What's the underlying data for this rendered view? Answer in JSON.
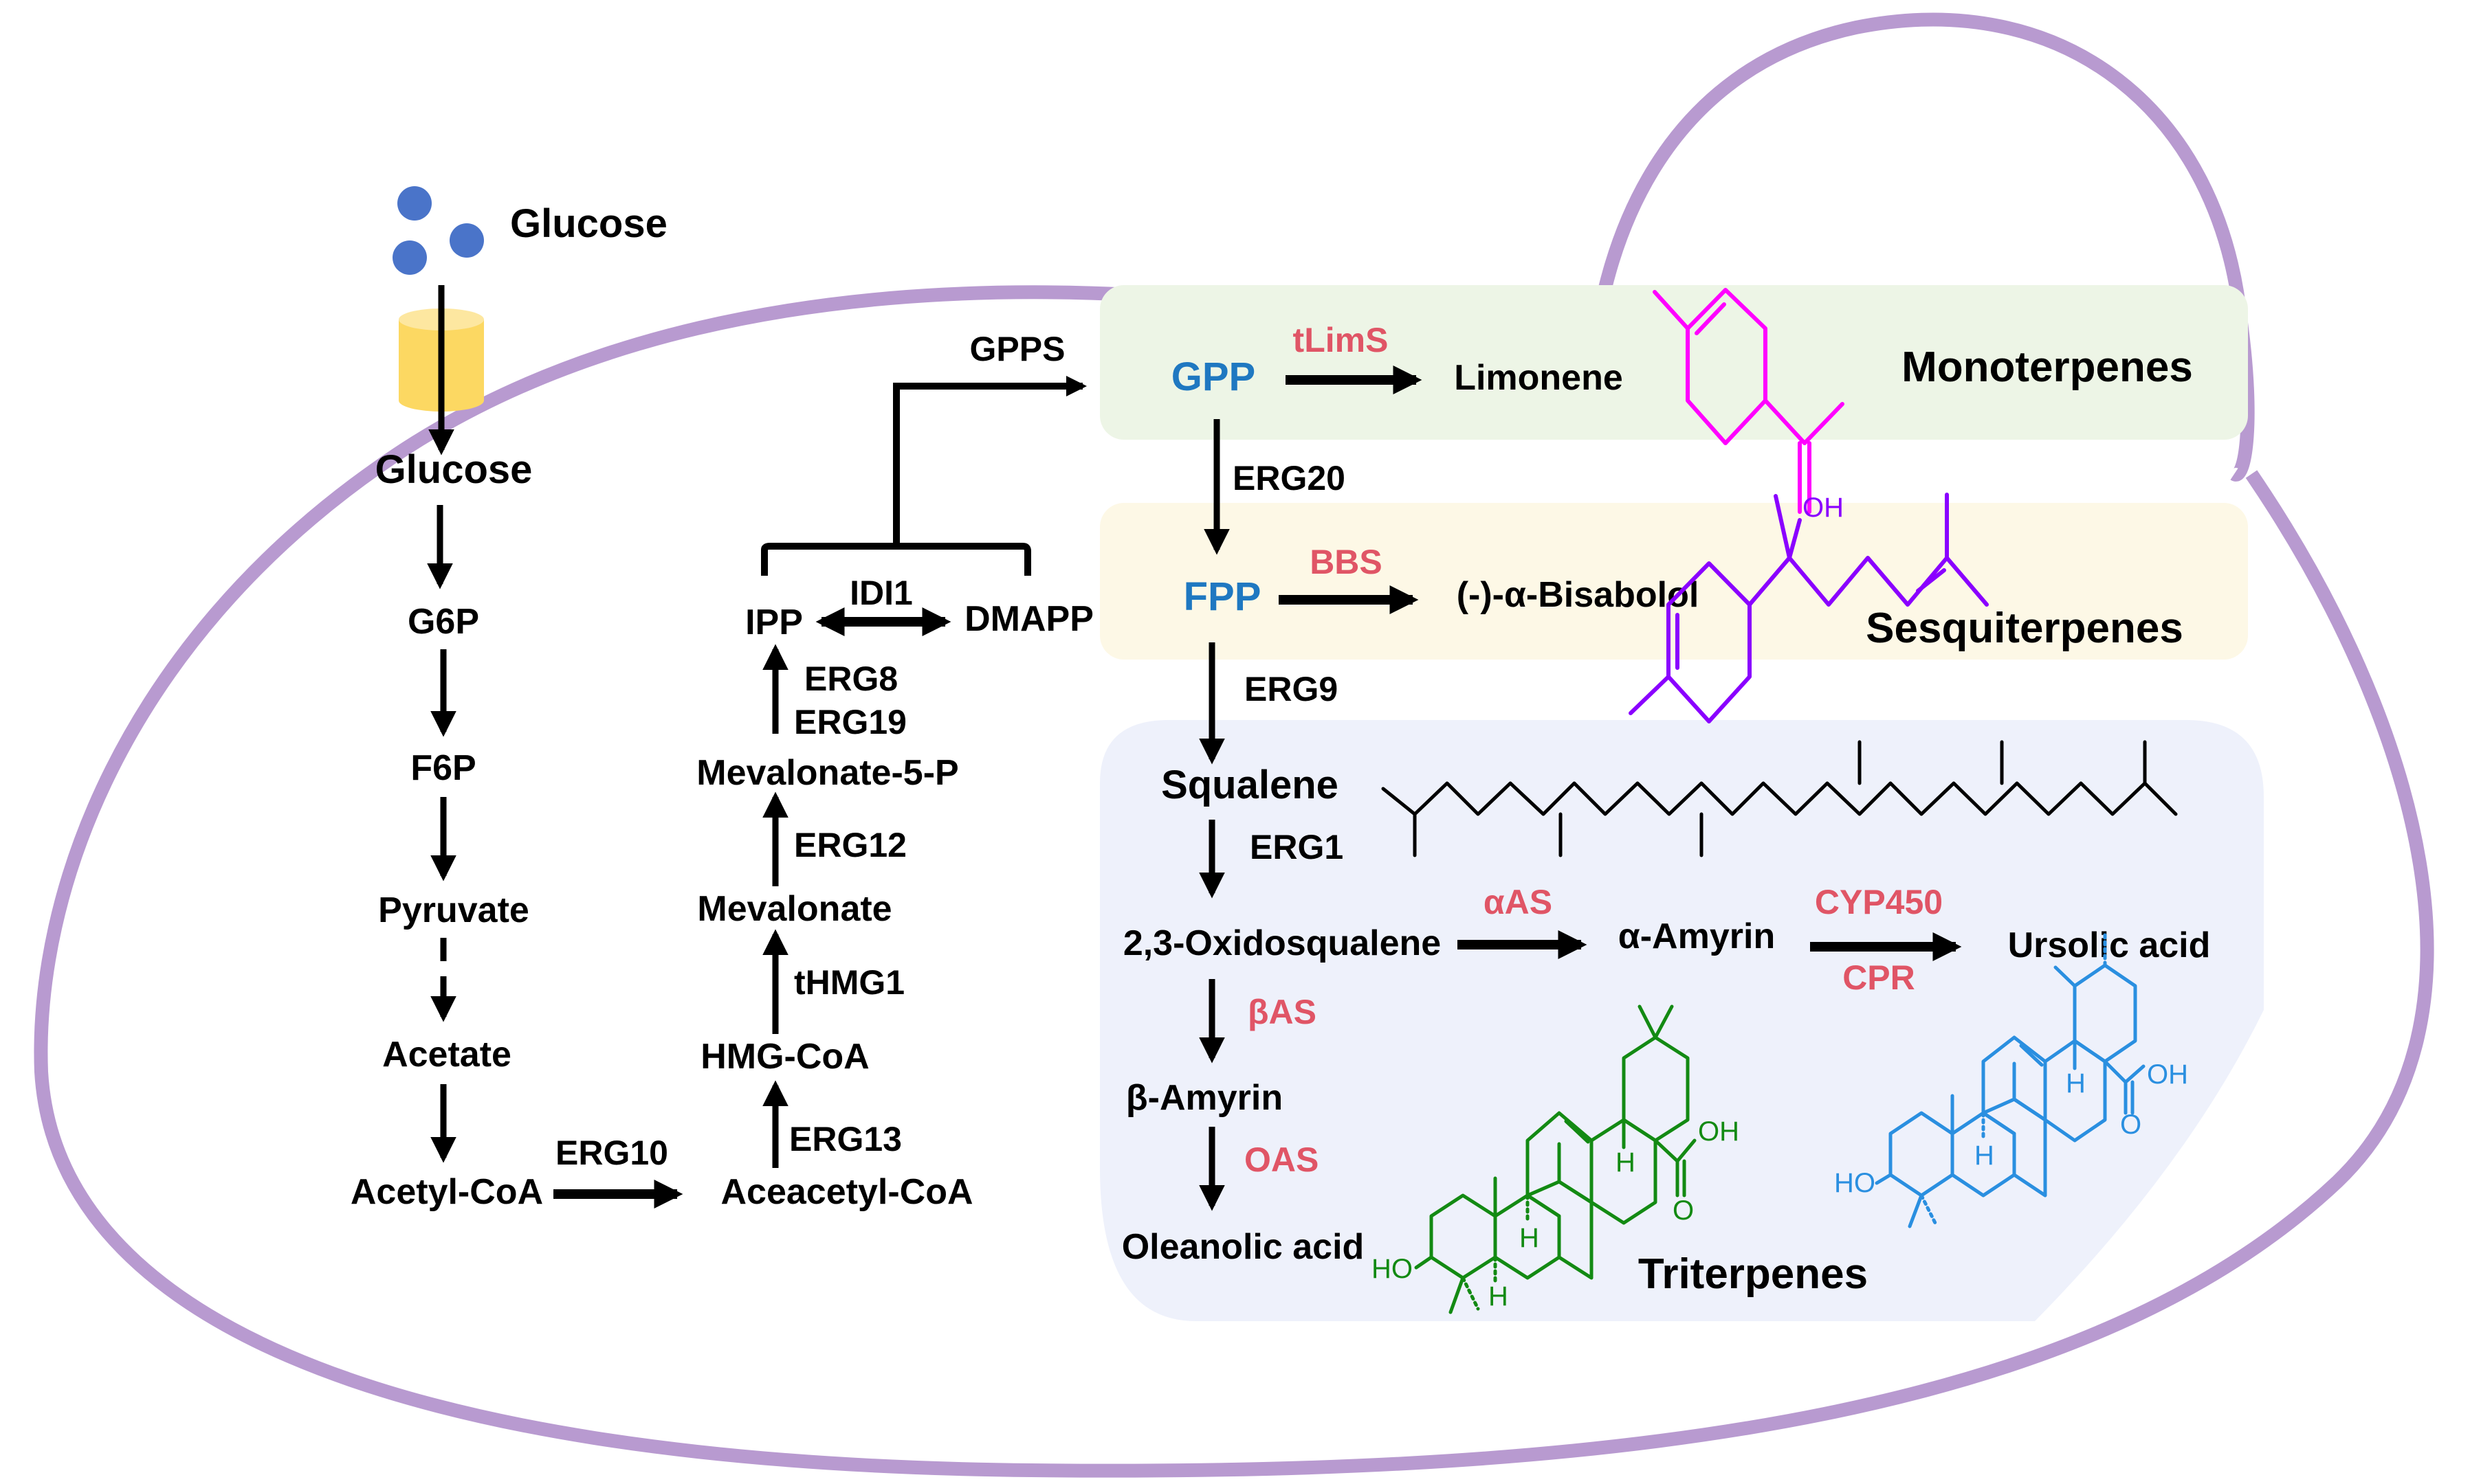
{
  "colors": {
    "membrane": "#b89ad0",
    "glucose_dot": "#4a74c9",
    "transporter": "#fcd862",
    "transporter_top": "#fde7a0",
    "mono_panel": "#edf5e6",
    "sesqui_panel": "#fdf8e6",
    "tri_panel": "#eef1fb",
    "precursor": "#1f78c1",
    "enzyme_heterologous": "#e05566",
    "limonene": "#ff00ff",
    "bisabolol": "#8a00ff",
    "oleanolic": "#138a13",
    "ursolic": "#2a8fe0"
  },
  "extracellular": {
    "glucose_label": "Glucose"
  },
  "glycolysis": {
    "metabolites": [
      "Glucose",
      "G6P",
      "F6P",
      "Pyruvate",
      "Acetate",
      "Acetyl-CoA"
    ]
  },
  "mva_pathway": {
    "steps": [
      {
        "substrate": "Acetyl-CoA",
        "enzyme": "ERG10",
        "product": "Aceacetyl-CoA"
      },
      {
        "substrate": "Aceacetyl-CoA",
        "enzyme": "ERG13",
        "product": "HMG-CoA"
      },
      {
        "substrate": "HMG-CoA",
        "enzyme": "tHMG1",
        "product": "Mevalonate"
      },
      {
        "substrate": "Mevalonate",
        "enzyme": "ERG12",
        "product": "Mevalonate-5-P"
      },
      {
        "substrate": "Mevalonate-5-P",
        "enzyme": [
          "ERG8",
          "ERG19"
        ],
        "product": "IPP"
      }
    ],
    "isomerase": {
      "enzyme": "IDI1",
      "left": "IPP",
      "right": "DMAPP"
    },
    "condensation_enzyme": "GPPS"
  },
  "monoterpenes": {
    "class_label": "Monoterpenes",
    "precursor": "GPP",
    "enzyme": "tLimS",
    "product": "Limonene"
  },
  "sesquiterpenes": {
    "class_label": "Sesquiterpenes",
    "link_enzyme": "ERG20",
    "precursor": "FPP",
    "enzyme": "BBS",
    "product": "(-)-α-Bisabolol",
    "structure_oh": "OH"
  },
  "triterpenes": {
    "class_label": "Triterpenes",
    "link_enzyme": "ERG9",
    "squalene": "Squalene",
    "erg1": "ERG1",
    "oxidosqualene": "2,3-Oxidosqualene",
    "alpha_branch": {
      "enzyme": "αAS",
      "product": "α-Amyrin",
      "enzyme2": "CYP450",
      "enzyme3": "CPR",
      "final": "Ursolic acid"
    },
    "beta_branch": {
      "enzyme": "βAS",
      "product": "β-Amyrin",
      "enzyme2": "OAS",
      "final": "Oleanolic acid"
    },
    "structure_labels": {
      "oh": "OH",
      "o": "O",
      "ho": "HO",
      "h": "H"
    }
  }
}
